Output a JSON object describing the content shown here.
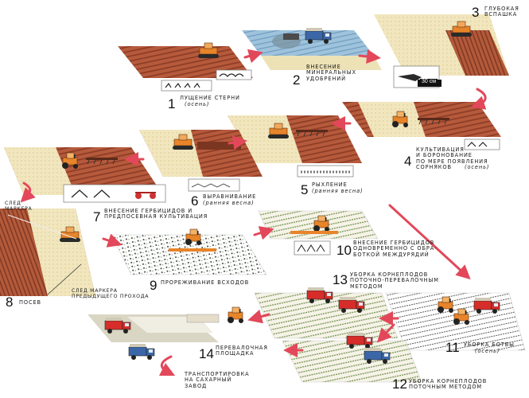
{
  "steps": {
    "s1": {
      "num": "1",
      "line1": "ЛУЩЕНИЕ СТЕРНИ",
      "line2": "(осень)"
    },
    "s2": {
      "num": "2",
      "text": "ВНЕСЕНИЕ\nМИНЕРАЛЬНЫХ\nУДОБРЕНИЙ"
    },
    "s3": {
      "num": "3",
      "text": "ГЛУБОКАЯ\nВСПАШКА"
    },
    "s4": {
      "num": "4",
      "text": "КУЛЬТИВАЦИЯ\nИ БОРОНОВАНИЕ\nПО МЕРЕ ПОЯВЛЕНИЯ\nСОРНЯКОВ",
      "text_italic": "(осень)"
    },
    "s5": {
      "num": "5",
      "line1": "РЫХЛЕНИЕ",
      "line2": "(ранняя весна)"
    },
    "s6": {
      "num": "6",
      "line1": "ВЫРАВНИВАНИЕ",
      "line2": "(ранняя весна)"
    },
    "s7": {
      "num": "7",
      "text": "ВНЕСЕНИЕ ГЕРБИЦИДОВ И\nПРЕДПОСЕВНАЯ КУЛЬТИВАЦИЯ"
    },
    "s8": {
      "num": "8",
      "text": "ПОСЕВ"
    },
    "s9": {
      "num": "9",
      "text": "ПРОРЕЖИВАНИЕ ВСХОДОВ"
    },
    "s10": {
      "num": "10",
      "text": "ВНЕСЕНИЕ ГЕРБИЦИДОВ\nОДНОВРЕМЕННО С ОБРА-\nБОТКОЙ МЕЖДУРЯДИЙ"
    },
    "s11": {
      "num": "11",
      "line1": "УБОРКА БОТВЫ",
      "line2": "(осень)"
    },
    "s12": {
      "num": "12",
      "text": "УБОРКА КОРНЕПЛОДОВ\nПОТОЧНЫМ МЕТОДОМ"
    },
    "s13": {
      "num": "13",
      "text": "УБОРКА КОРНЕПЛОДОВ\nПОТОЧНО-ПЕРЕВАЛОЧНЫМ\nМЕТОДОМ"
    },
    "s14": {
      "num": "14",
      "text": "ПЕРЕВАЛОЧНАЯ\nПЛОЩАДКА"
    }
  },
  "notes": {
    "marker_trace": "СЛЕД\nМАРКЕРА",
    "prev_pass_trace": "СЛЕД МАРКЕРА\nПРЕДЫДУЩЕГО ПРОХОДА",
    "transport": "ТРАНСПОРТИРОВКА\nНА САХАРНЫЙ\nЗАВОД"
  },
  "plow_depth": "30 см",
  "colors": {
    "soil": "#b65a3c",
    "soil_dark": "#8a3a24",
    "fertilizer_field": "#9fc3dc",
    "tractor": "#e8842a",
    "truck_red": "#d62d2a",
    "truck_blue": "#3b67a8",
    "arrow": "#e2485a"
  }
}
